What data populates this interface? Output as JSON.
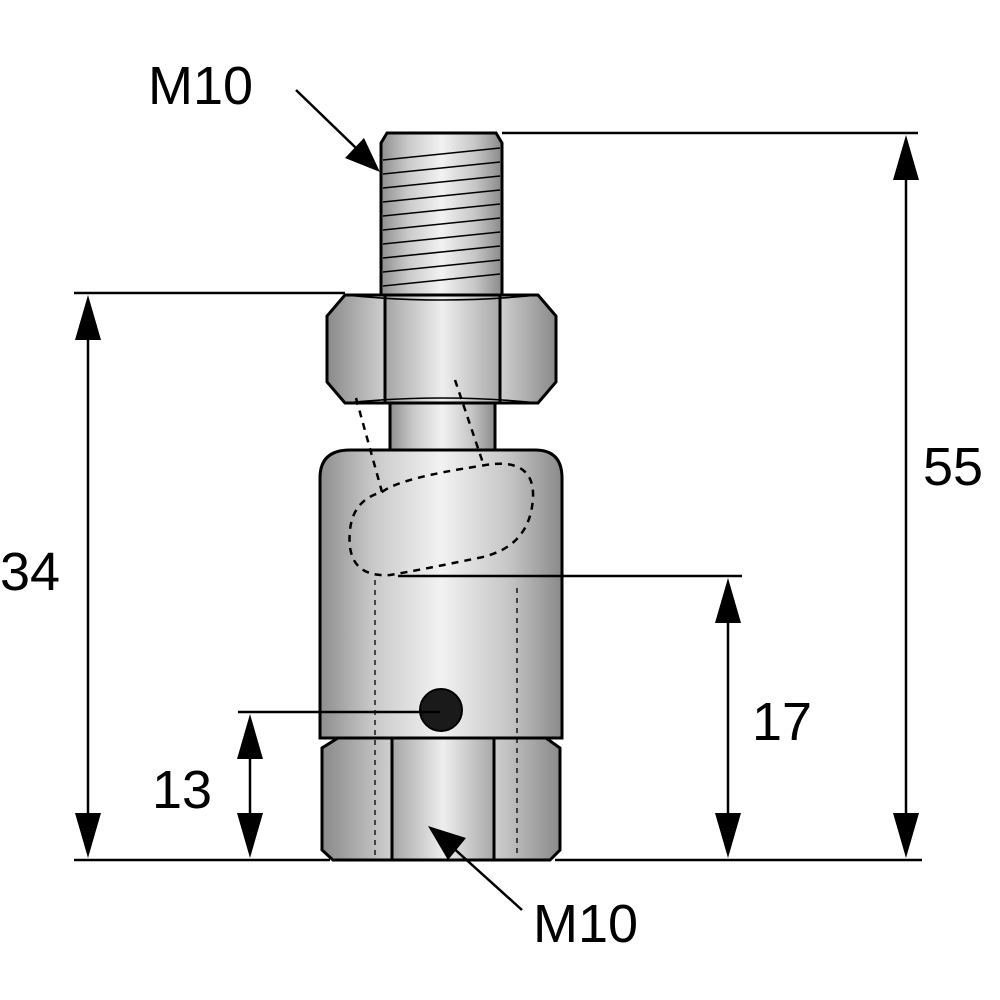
{
  "labels": {
    "top_thread": "M10",
    "bottom_thread": "M10",
    "overall_height": "55",
    "body_height": "34",
    "slot_height": "17",
    "hole_height": "13"
  }
}
